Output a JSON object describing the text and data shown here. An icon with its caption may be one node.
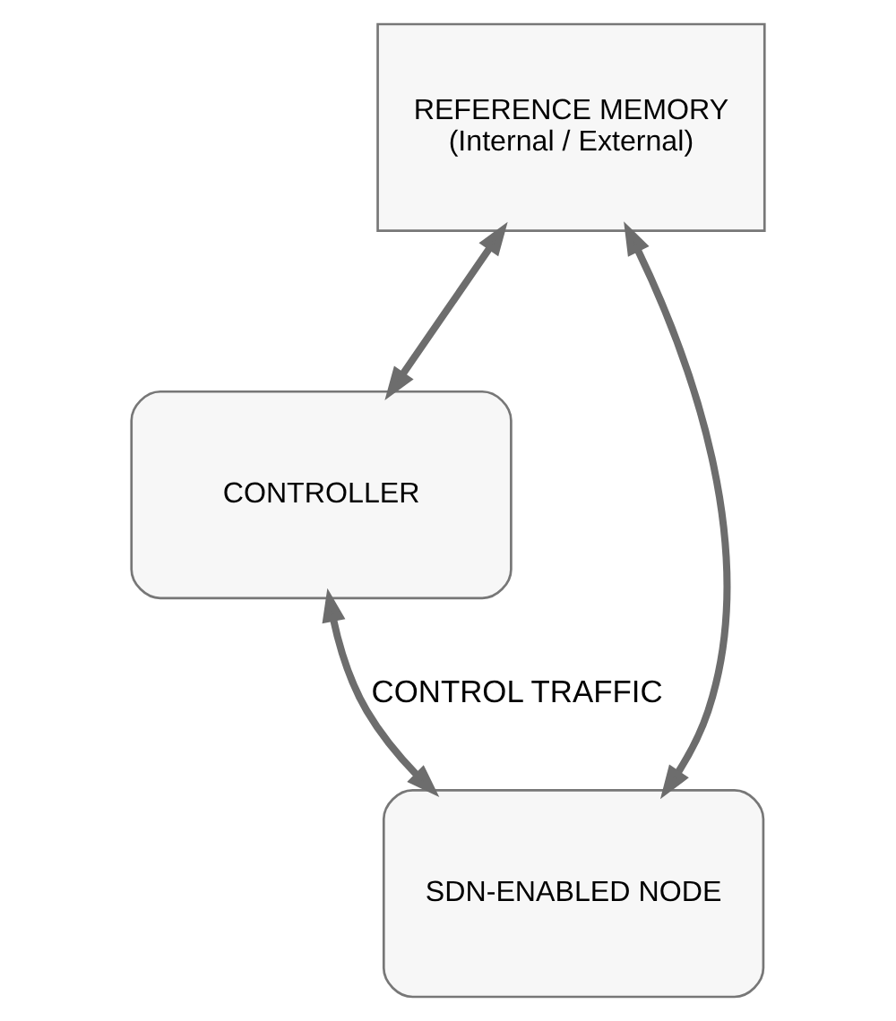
{
  "diagram": {
    "nodes": [
      {
        "text": [
          "CONTROLLER"
        ]
      },
      {
        "text": [
          "REFERENCE MEMORY",
          "(Internal / External)"
        ]
      },
      {
        "text": [
          "SDN-ENABLED NODE"
        ]
      }
    ],
    "edges": [
      {
        "from": 1,
        "to": 0,
        "arrow": "both"
      },
      {
        "from": 0,
        "to": 2,
        "arrow": "both",
        "label": "CONTROL TRAFFIC"
      },
      {
        "from": 1,
        "to": 2,
        "arrow": "both"
      }
    ]
  }
}
